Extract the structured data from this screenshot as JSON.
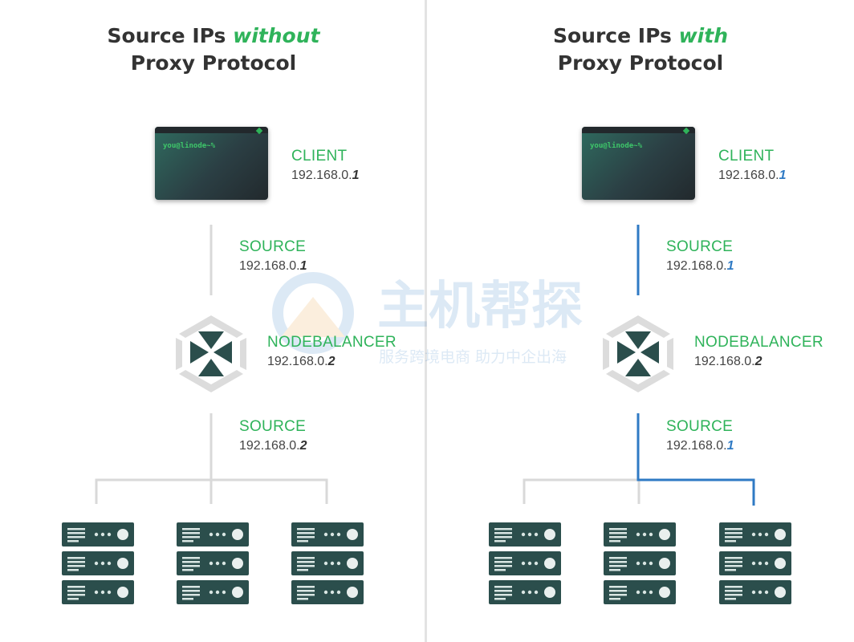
{
  "left": {
    "title_a": "Source IPs",
    "title_em": "without",
    "title_b": "Proxy Protocol",
    "terminal_prompt": "you@linode~%",
    "client": {
      "head": "CLIENT",
      "ip_prefix": "192.168.0.",
      "ip_last": "1"
    },
    "source1": {
      "head": "SOURCE",
      "ip_prefix": "192.168.0.",
      "ip_last": "1"
    },
    "nodebalancer": {
      "head": "NODEBALANCER",
      "ip_prefix": "192.168.0.",
      "ip_last": "2"
    },
    "source2": {
      "head": "SOURCE",
      "ip_prefix": "192.168.0.",
      "ip_last": "2"
    }
  },
  "right": {
    "title_a": "Source IPs",
    "title_em": "with",
    "title_b": "Proxy Protocol",
    "terminal_prompt": "you@linode~%",
    "client": {
      "head": "CLIENT",
      "ip_prefix": "192.168.0.",
      "ip_last": "1"
    },
    "source1": {
      "head": "SOURCE",
      "ip_prefix": "192.168.0.",
      "ip_last": "1"
    },
    "nodebalancer": {
      "head": "NODEBALANCER",
      "ip_prefix": "192.168.0.",
      "ip_last": "2"
    },
    "source2": {
      "head": "SOURCE",
      "ip_prefix": "192.168.0.",
      "ip_last": "1"
    }
  },
  "watermark": {
    "main": "主机帮探",
    "sub": "服务跨境电商 助力中企出海"
  },
  "colors": {
    "green": "#2fb35a",
    "blue": "#2f7ac4",
    "gray_line": "#d9d9d9",
    "server": "#2b4e4c"
  }
}
